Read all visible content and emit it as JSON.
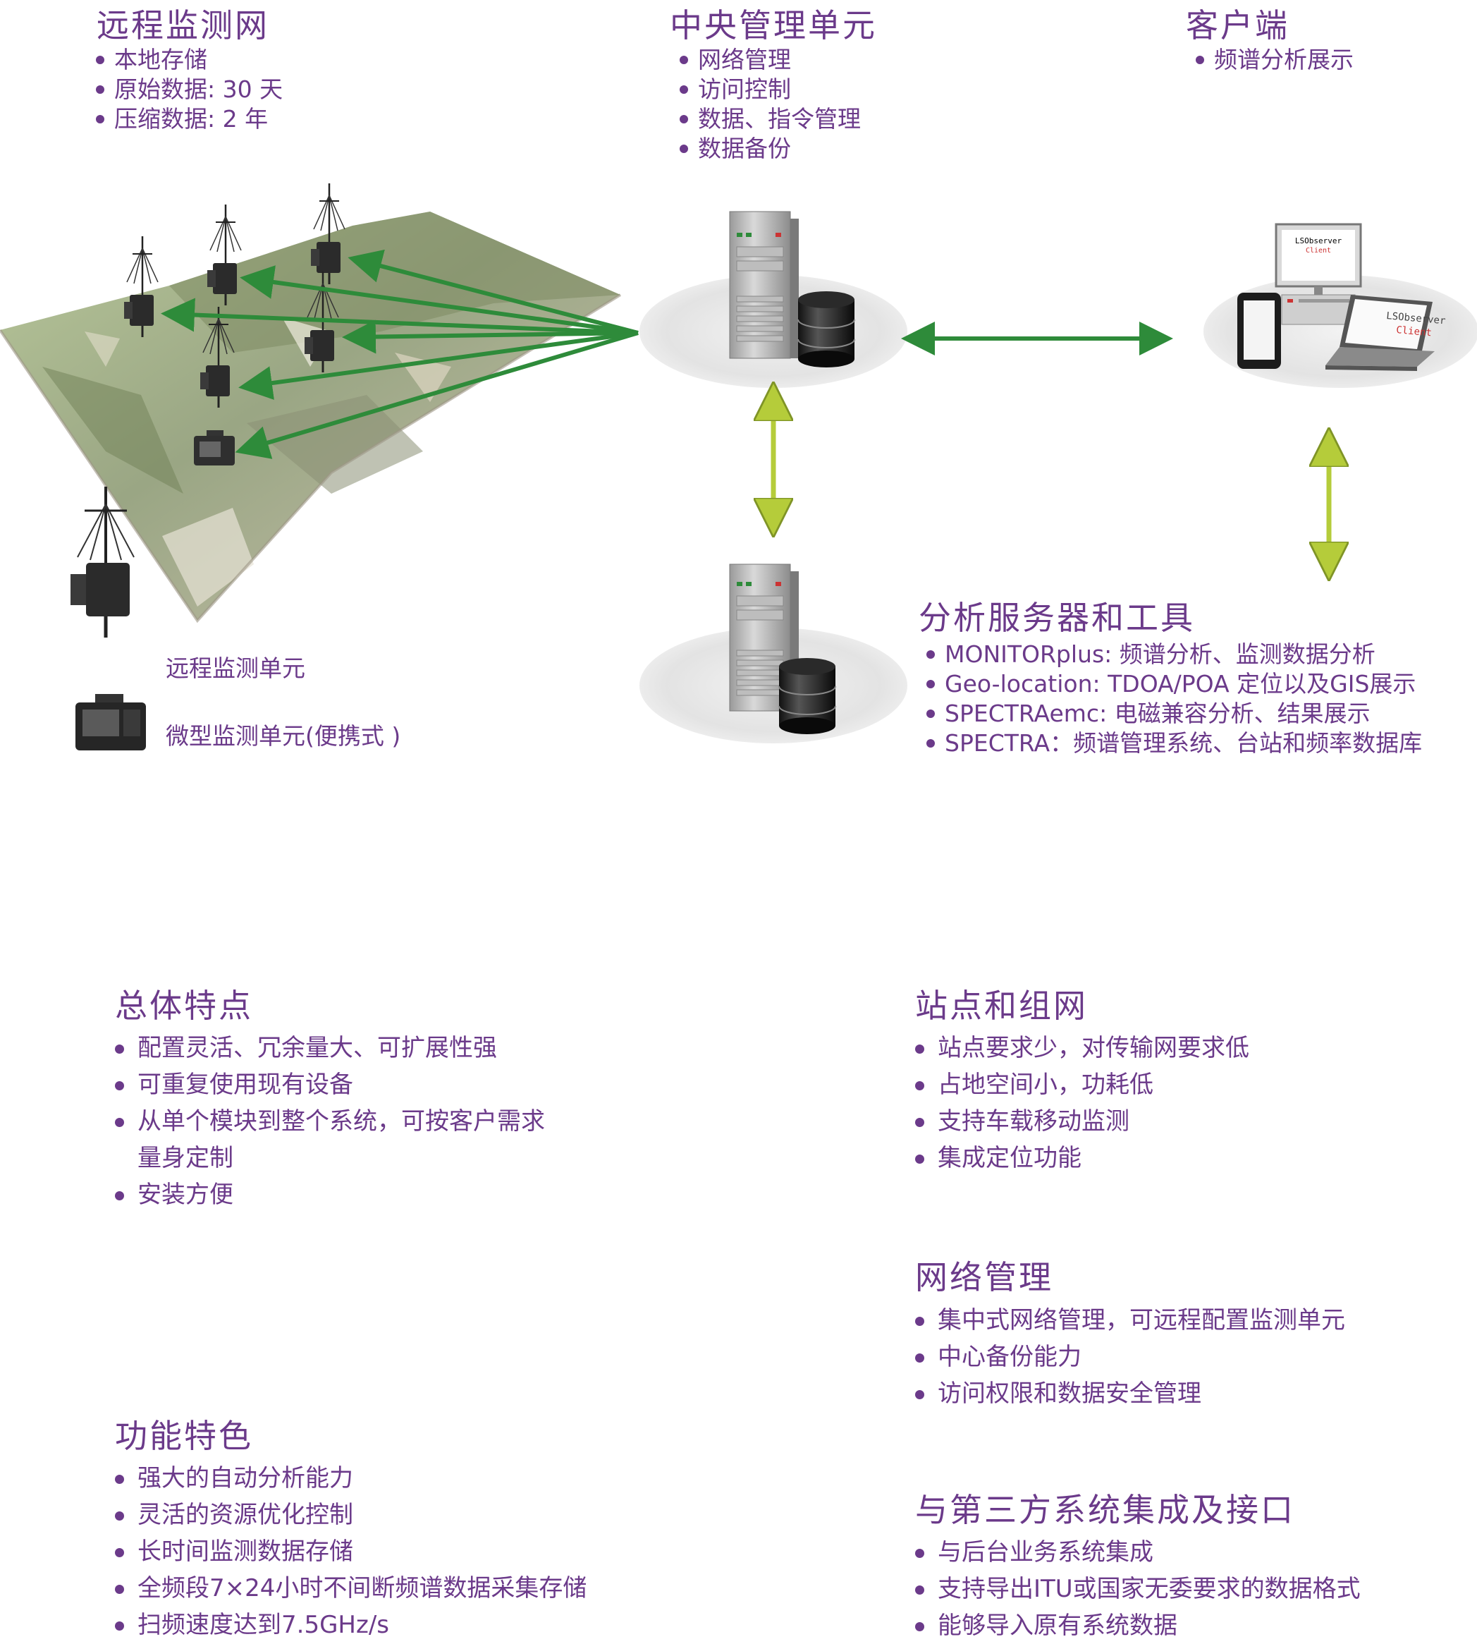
{
  "remote_network": {
    "title": "远程监测网",
    "items": [
      "本地存储",
      "原始数据:    30 天",
      "压缩数据:    2 年"
    ]
  },
  "central_unit": {
    "title": "中央管理单元",
    "items": [
      "网络管理",
      "访问控制",
      "数据、指令管理",
      "数据备份"
    ]
  },
  "client": {
    "title": "客户端",
    "items": [
      "频谱分析展示"
    ],
    "screen_title": "LSObserver",
    "screen_subtitle": "Client"
  },
  "analysis_server": {
    "title": "分析服务器和工具",
    "items": [
      "MONITORplus: 频谱分析、监测数据分析",
      "Geo-location: TDOA/POA 定位以及GIS展示",
      "SPECTRAemc: 电磁兼容分析、结果展示",
      "SPECTRA：频谱管理系统、台站和频率数据库"
    ]
  },
  "legend": {
    "remote_unit": "远程监测单元",
    "micro_unit": "微型监测单元(便携式 )"
  },
  "overall": {
    "title": "总体特点",
    "items": [
      "配置灵活、冗余量大、可扩展性强",
      "可重复使用现有设备",
      "从单个模块到整个系统，可按客户需求",
      "量身定制",
      "安装方便"
    ]
  },
  "features": {
    "title": "功能特色",
    "items": [
      "强大的自动分析能力",
      "灵活的资源优化控制",
      "长时间监测数据存储",
      "全频段7×24小时不间断频谱数据采集存储",
      "扫频速度达到7.5GHz/s"
    ]
  },
  "sites": {
    "title": "站点和组网",
    "items": [
      "站点要求少，对传输网要求低",
      "占地空间小，功耗低",
      "支持车载移动监测",
      "集成定位功能"
    ]
  },
  "network_mgmt": {
    "title": "网络管理",
    "items": [
      "集中式网络管理，可远程配置监测单元",
      "中心备份能力",
      "访问权限和数据安全管理"
    ]
  },
  "integration": {
    "title": "与第三方系统集成及接口",
    "items": [
      "与后台业务系统集成",
      "支持导出ITU或国家无委要求的数据格式",
      "能够导入原有系统数据"
    ]
  },
  "colors": {
    "text": "#6b3a8a",
    "arrow_green": "#2e8b3a",
    "arrow_lime": "#b5cc3a"
  }
}
